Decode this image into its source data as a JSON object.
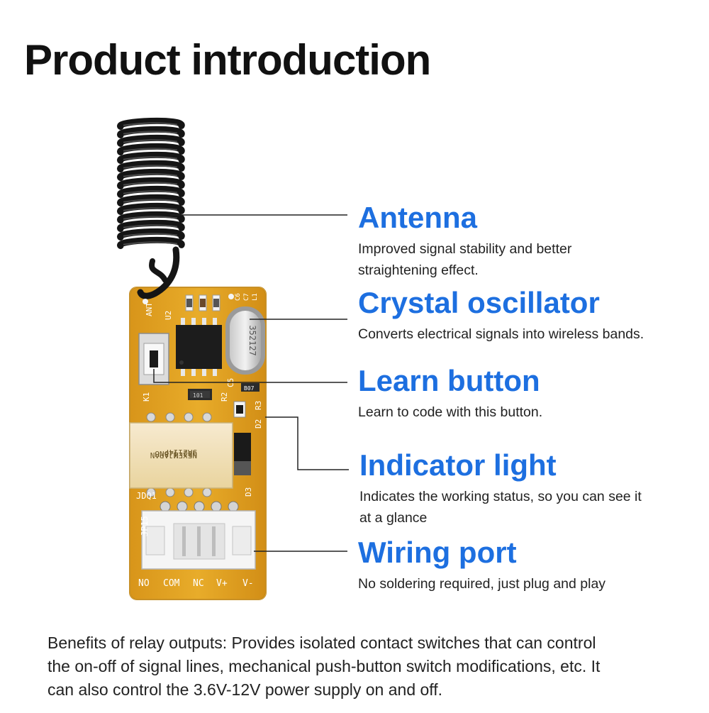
{
  "page": {
    "title": "Product introduction"
  },
  "board": {
    "silkscreen": {
      "ant": "ANT",
      "u2": "U2",
      "k1": "K1",
      "r2": "R2",
      "r3": "R3",
      "d2": "D2",
      "d3": "D3",
      "jdq1": "JDQ1",
      "jp15": "JP15",
      "c6": "C6",
      "c7": "C7",
      "l1": "L1",
      "c5": "C5",
      "b07": "B07",
      "r01": "101",
      "crystal": "352127",
      "relay_brand": "NEXEMJAPAN",
      "relay_model": "UD2-4.5NU",
      "relay_code": "3A2114F",
      "pins": [
        "NO",
        "COM",
        "NC",
        "V+",
        "V-"
      ]
    },
    "colors": {
      "pcb": "#e0a21e",
      "pcb_edge": "#c98a12",
      "relay": "#f3e2b4",
      "connector": "#f4f4f4",
      "antenna": "#151515"
    }
  },
  "features": [
    {
      "title": "Antenna",
      "desc_lines": [
        "Improved signal stability and better",
        "straightening effect."
      ]
    },
    {
      "title": "Crystal oscillator",
      "desc_lines": [
        "Converts electrical signals into wireless bands."
      ]
    },
    {
      "title": "Learn button",
      "desc_lines": [
        "Learn to code with this button."
      ]
    },
    {
      "title": "Indicator light",
      "desc_lines": [
        "Indicates the working status, so you can see it",
        "at a glance"
      ]
    },
    {
      "title": "Wiring port",
      "desc_lines": [
        "No soldering required, just plug and play"
      ]
    }
  ],
  "note": {
    "lines": [
      "Benefits of relay outputs: Provides isolated contact switches that can control",
      "the on-off of signal lines, mechanical push-button switch modifications, etc. It",
      "can also control the 3.6V-12V power supply on and off."
    ]
  },
  "accent_color": "#1d6fe0"
}
